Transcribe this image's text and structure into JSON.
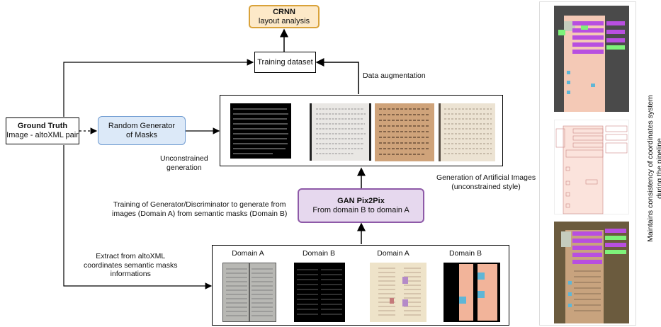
{
  "crnn": {
    "title": "CRNN",
    "subtitle": "layout analysis",
    "fill": "#fde9c8",
    "border": "#d9a23a"
  },
  "training_dataset": {
    "label": "Training dataset"
  },
  "data_augmentation": {
    "label": "Data augmentation"
  },
  "ground_truth": {
    "title": "Ground Truth",
    "subtitle": "Image - altoXML pair"
  },
  "random_generator": {
    "line1": "Random Generator",
    "line2": "of Masks",
    "fill": "#dce9f8",
    "border": "#6f9bd1"
  },
  "unconstrained": {
    "line1": "Unconstrained",
    "line2": "generation"
  },
  "artificial": {
    "line1": "Generation of Artificial Images",
    "line2": "(unconstrained style)"
  },
  "gan": {
    "title": "GAN Pix2Pix",
    "subtitle": "From domain B to domain A",
    "fill": "#e6d8ee",
    "border": "#8e5aa8"
  },
  "training_note": {
    "line1": "Training of Generator/Discriminator to generate from",
    "line2": "images (Domain A) from semantic masks (Domain B)"
  },
  "extract_note": {
    "line1": "Extract from altoXML",
    "line2": "coordinates semantic masks",
    "line3": "informations"
  },
  "domains": [
    "Domain A",
    "Domain B",
    "Domain A",
    "Domain B"
  ],
  "side_note": {
    "line1": "Maintains consistency of coordinates system",
    "line2": "during the pipeline"
  },
  "colors": {
    "purple_mask": "#b84fe0",
    "green_mask": "#7ef27a",
    "salmon_mask": "#f2b49a",
    "blue_mask": "#5fb6d6"
  }
}
